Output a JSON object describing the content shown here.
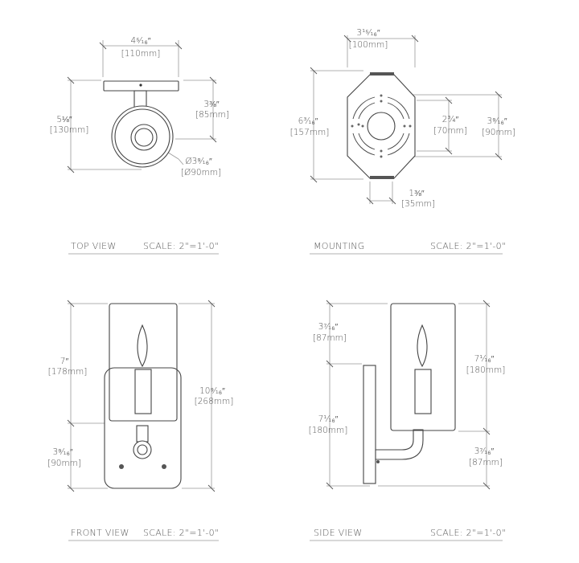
{
  "views": {
    "top": {
      "caption": "TOP VIEW",
      "scale": "SCALE: 2\"=1'-0\"",
      "width_in": "4⁵⁄₁₆″",
      "width_mm": "[110mm]",
      "height_in": "5⅛″",
      "height_mm": "[130mm]",
      "projection_in": "3⅜″",
      "projection_mm": "[85mm]",
      "diameter_in": "Ø3⁹⁄₁₆″",
      "diameter_mm": "[Ø90mm]"
    },
    "mounting": {
      "caption": "MOUNTING",
      "scale": "SCALE: 2\"=1'-0\"",
      "width_in": "3¹⁵⁄₁₆″",
      "width_mm": "[100mm]",
      "height_in": "6³⁄₁₆″",
      "height_mm": "[157mm]",
      "inner_in": "2¾″",
      "inner_mm": "[70mm]",
      "outer_in": "3⁹⁄₁₆″",
      "outer_mm": "[90mm]",
      "tab_in": "1⅜″",
      "tab_mm": "[35mm]"
    },
    "front": {
      "caption": "FRONT VIEW",
      "scale": "SCALE: 2\"=1'-0\"",
      "upper_in": "7″",
      "upper_mm": "[178mm]",
      "lower_in": "3⁹⁄₁₆″",
      "lower_mm": "[90mm]",
      "total_in": "10⁹⁄₁₆″",
      "total_mm": "[268mm]"
    },
    "side": {
      "caption": "SIDE VIEW",
      "scale": "SCALE: 2\"=1'-0\"",
      "top_in": "3⁷⁄₁₆″",
      "top_mm": "[87mm]",
      "left_in": "7¹⁄₁₆″",
      "left_mm": "[180mm]",
      "glass_in": "7¹⁄₁₆″",
      "glass_mm": "[180mm]",
      "bottom_in": "3⁷⁄₁₆″",
      "bottom_mm": "[87mm]"
    }
  }
}
